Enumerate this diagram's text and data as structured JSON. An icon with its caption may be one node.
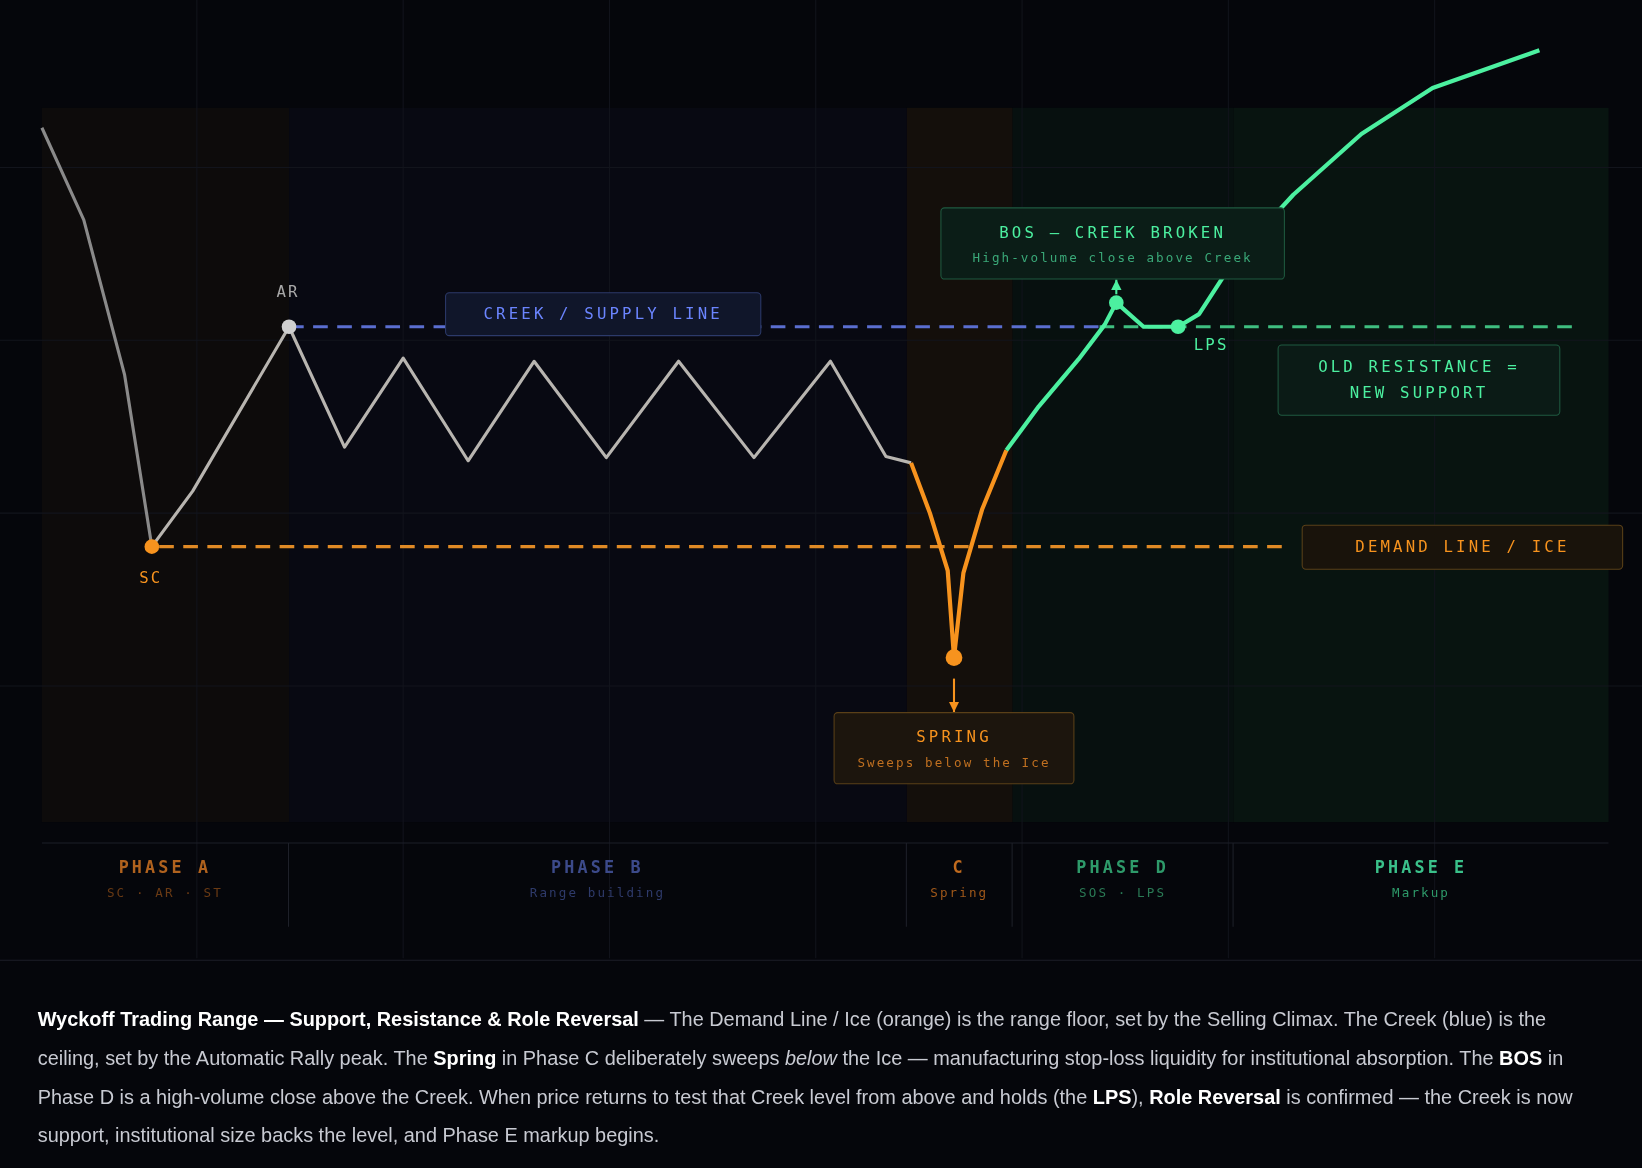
{
  "diagram": {
    "caption": "**Wyckoff Trading Range — Support, Resistance & Role Reversal** — The Demand Line / Ice (orange) is the range floor, set by the Selling Climax. The Creek (blue) is the ceiling, set by the Automatic Rally peak. The **Spring** in Phase C deliberately sweeps *below* the Ice — manufacturing stop-loss liquidity for institutional absorption. The **BOS** in Phase D is a high-volume close above the Creek. When price returns to test that Creek level from above and holds (the **LPS**), **Role Reversal** is confirmed — the Creek is now support, institutional size backs the level, and Phase E markup begins.",
    "nodes": [
      {
        "text": [
          "BOS — CREEK BROKEN",
          "High-volume close above Creek"
        ]
      },
      {
        "text": [
          "CREEK / SUPPLY LINE"
        ]
      },
      {
        "text": [
          "OLD RESISTANCE = NEW SUPPORT"
        ]
      },
      {
        "text": [
          "DEMAND LINE / ICE"
        ]
      },
      {
        "text": [
          "SPRING",
          "Sweeps below the Ice"
        ]
      },
      {
        "text": [
          "PHASE A",
          "SC · AR · ST"
        ]
      },
      {
        "text": [
          "PHASE B",
          "Range building"
        ]
      },
      {
        "text": [
          "C",
          "Spring"
        ]
      },
      {
        "text": [
          "PHASE D",
          "SOS · LPS"
        ]
      },
      {
        "text": [
          "PHASE E",
          "Markup"
        ]
      }
    ],
    "edges": [
      {
        "from": null,
        "to": 4,
        "arrow": "to",
        "color": "#f7931e"
      },
      {
        "from": null,
        "to": 0,
        "arrow": "to",
        "color": "#4cf0a0"
      }
    ],
    "labels": [
      "AR",
      "LPS",
      "SC"
    ]
  }
}
